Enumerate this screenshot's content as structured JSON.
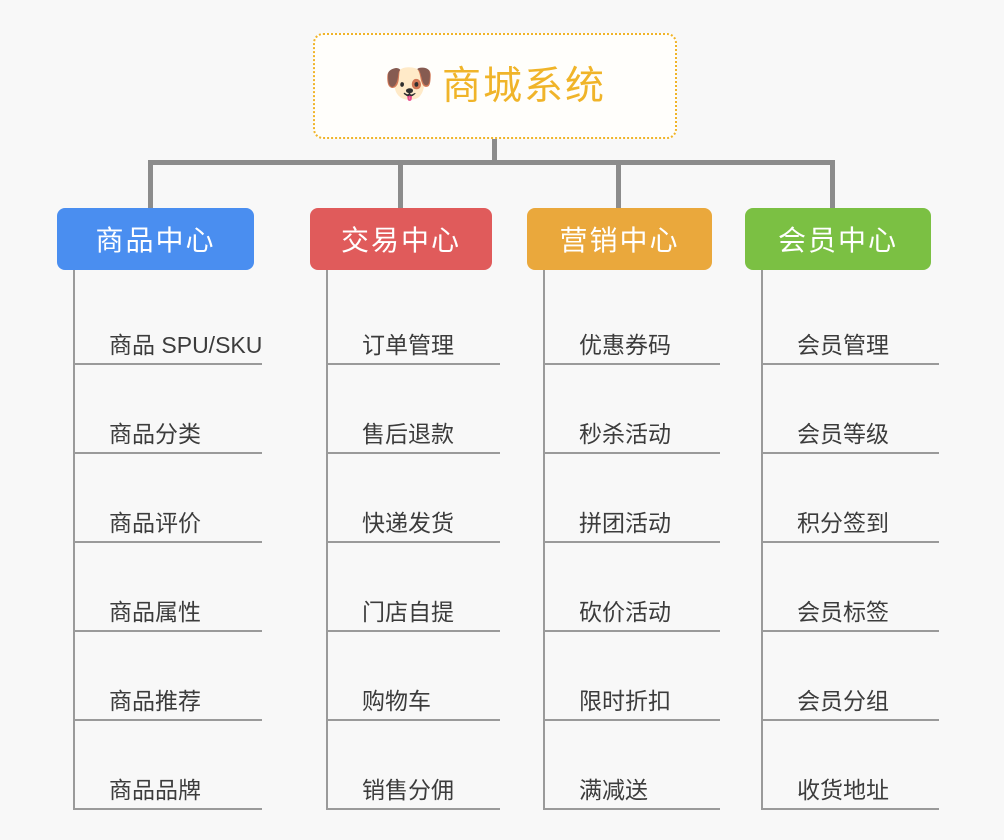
{
  "background_color": "#f8f8f8",
  "root": {
    "icon": "shiba-dog-face-icon",
    "icon_glyph": "🐶",
    "title": "商城系统",
    "accent_color": "#f0b429"
  },
  "connector_color": "#8c8c8c",
  "branches": [
    {
      "id": "product-center",
      "label": "商品中心",
      "color": "#4a8ef0",
      "items": [
        "商品 SPU/SKU",
        "商品分类",
        "商品评价",
        "商品属性",
        "商品推荐",
        "商品品牌"
      ]
    },
    {
      "id": "trade-center",
      "label": "交易中心",
      "color": "#e05b5b",
      "items": [
        "订单管理",
        "售后退款",
        "快递发货",
        "门店自提",
        "购物车",
        "销售分佣"
      ]
    },
    {
      "id": "marketing-center",
      "label": "营销中心",
      "color": "#eaa83c",
      "items": [
        "优惠券码",
        "秒杀活动",
        "拼团活动",
        "砍价活动",
        "限时折扣",
        "满减送"
      ]
    },
    {
      "id": "member-center",
      "label": "会员中心",
      "color": "#7bc043",
      "items": [
        "会员管理",
        "会员等级",
        "积分签到",
        "会员标签",
        "会员分组",
        "收货地址"
      ]
    }
  ]
}
